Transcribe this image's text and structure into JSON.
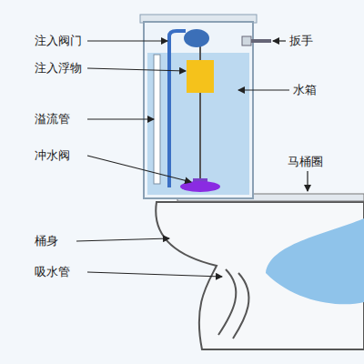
{
  "diagram": {
    "labels": [
      "注入阀门",
      "注入浮物",
      "溢流管",
      "冲水阀",
      "桶身",
      "吸水管",
      "扳手",
      "水箱",
      "马桶圈"
    ]
  }
}
